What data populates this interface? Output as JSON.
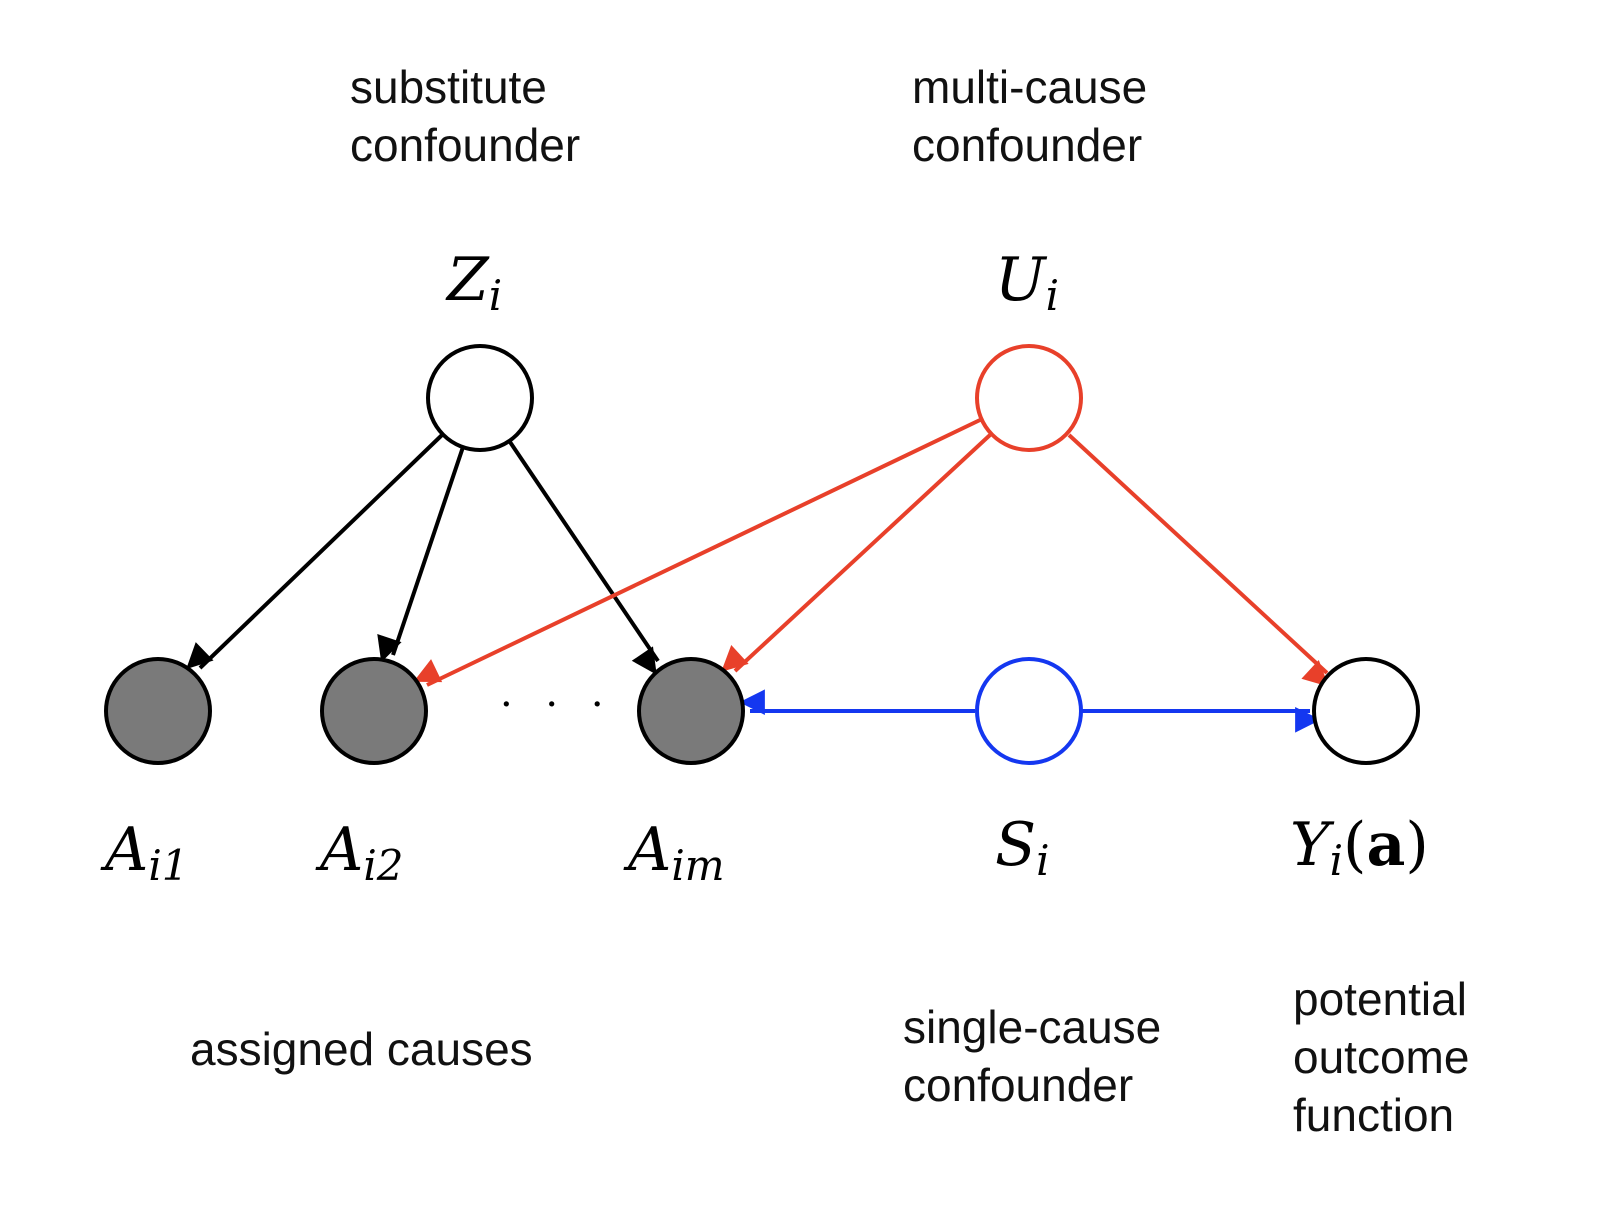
{
  "captions": {
    "substitute_confounder": [
      "substitute",
      "confounder"
    ],
    "multi_cause_confounder": [
      "multi-cause",
      "confounder"
    ],
    "assigned_causes": [
      "assigned causes"
    ],
    "single_cause_confounder": [
      "single-cause",
      "confounder"
    ],
    "potential_outcome_function": [
      "potential",
      "outcome",
      "function"
    ]
  },
  "labels": {
    "Z": {
      "main": "Z",
      "sub": "i"
    },
    "U": {
      "main": "U",
      "sub": "i"
    },
    "A1": {
      "main": "A",
      "sub": "i1"
    },
    "A2": {
      "main": "A",
      "sub": "i2"
    },
    "Am": {
      "main": "A",
      "sub": "im"
    },
    "S": {
      "main": "S",
      "sub": "i"
    },
    "Y": {
      "main": "Y",
      "sub": "i",
      "open": "(",
      "arg": "a",
      "close": ")"
    }
  },
  "ellipsis": "· · ·",
  "colors": {
    "black": "#000000",
    "red": "#e8402a",
    "blue": "#1437f0",
    "observed_fill": "#7a7a7a",
    "latent_fill": "#ffffff"
  }
}
